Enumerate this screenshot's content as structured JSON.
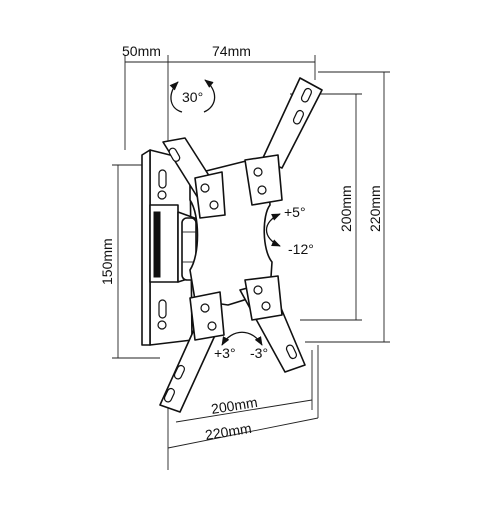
{
  "dimensions": {
    "depth_min": "50mm",
    "depth_max": "74mm",
    "wall_plate_height": "150mm",
    "vesa_vertical_inner": "200mm",
    "vesa_vertical_outer": "220mm",
    "vesa_horizontal_inner": "200mm",
    "vesa_horizontal_outer": "220mm"
  },
  "angles": {
    "swivel": "30°",
    "tilt_up": "+5°",
    "tilt_down": "-12°",
    "rotate_positive": "+3°",
    "rotate_negative": "-3°"
  },
  "colors": {
    "line": "#111111",
    "background": "#ffffff"
  }
}
